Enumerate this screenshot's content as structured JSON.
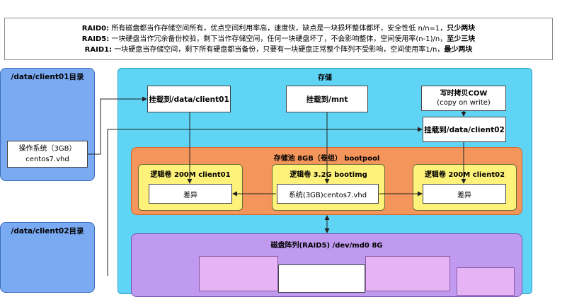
{
  "raid_note": {
    "raid0": {
      "label": "RAID0:",
      "text": "所有磁盘都当作存储空间所有，优点空间利用率高，速度快，缺点是一块损坏整体都坏，安全性低 n/n=1，",
      "emph": "只少两块"
    },
    "raid5": {
      "label": "RAID5:",
      "text": "一块硬盘当作冗余备份校验，剩下当作存储空间，任何一块硬盘坏了，不会影响整体，空间使用率(n-1)/n，",
      "emph": "至少三块"
    },
    "raid1": {
      "label": "RAID1:",
      "text": "一块硬盘当存储空间，剩下所有硬盘都当备份，只要有一块硬盘正常整个阵列不受影响，空间使用率1/n，",
      "emph": "最少两块"
    }
  },
  "clients": {
    "client01": {
      "title": "/data/client01目录",
      "os_line1": "操作系统（3GB）",
      "os_line2": "centos7.vhd"
    },
    "client02": {
      "title": "/data/client02目录"
    }
  },
  "storage": {
    "title": "存储",
    "mount_client01": "挂载到/data/client01",
    "mount_mnt": "挂载到/mnt",
    "mount_client02": "挂载到/data/client02",
    "cow_title": "写时拷贝COW",
    "cow_sub": "(copy on write)"
  },
  "pool": {
    "title": "存储池 8GB（卷组） bootpool",
    "lv01": {
      "title": "逻辑卷 200M client01",
      "inner": "差异"
    },
    "lvboot": {
      "title": "逻辑卷 3.2G bootimg",
      "inner": "系统(3GB)centos7.vhd"
    },
    "lv02": {
      "title": "逻辑卷 200M client02",
      "inner": "差异"
    }
  },
  "raid_array": {
    "title": "磁盘阵列(RAID5) /dev/md0 8G"
  },
  "colors": {
    "client_blue": "#7aaaf2",
    "storage_cyan": "#5fd4f4",
    "pool_orange": "#f4965c",
    "lv_yellow": "#fff27a",
    "raid_purple": "#c09aef",
    "disk_pink": "#e6b3f5"
  }
}
